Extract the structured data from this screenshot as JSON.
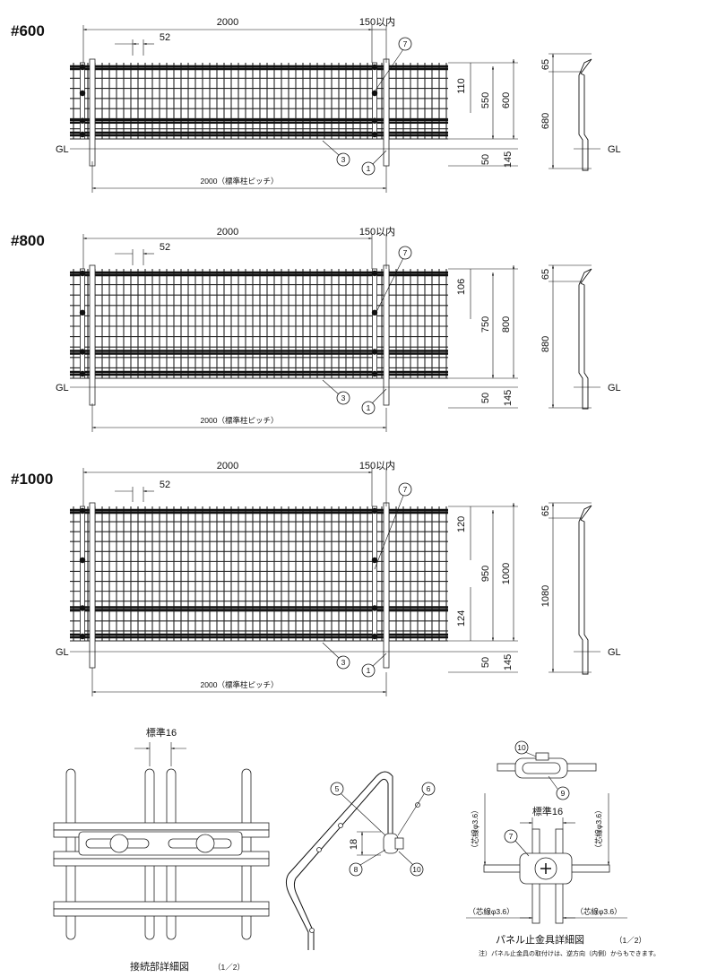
{
  "panels": [
    {
      "title": "#600",
      "dim_width": "2000",
      "dim_pitch": "52",
      "dim_overhang": "150以内",
      "dim_top_gap": "110",
      "dim_bottom_gap": "",
      "dim_mesh_height": "550",
      "dim_panel_height": "600",
      "dim_embed": "50",
      "dim_ground": "145",
      "dim_side_top": "65",
      "dim_side_height": "680",
      "gl_label": "GL",
      "post_pitch": "2000（標準柱ピッチ）",
      "callouts": [
        "7",
        "3",
        "1"
      ]
    },
    {
      "title": "#800",
      "dim_width": "2000",
      "dim_pitch": "52",
      "dim_overhang": "150以内",
      "dim_top_gap": "106",
      "dim_bottom_gap": "",
      "dim_mesh_height": "750",
      "dim_panel_height": "800",
      "dim_embed": "50",
      "dim_ground": "145",
      "dim_side_top": "65",
      "dim_side_height": "880",
      "gl_label": "GL",
      "post_pitch": "2000（標準柱ピッチ）",
      "callouts": [
        "7",
        "3",
        "1"
      ]
    },
    {
      "title": "#1000",
      "dim_width": "2000",
      "dim_pitch": "52",
      "dim_overhang": "150以内",
      "dim_top_gap": "120",
      "dim_bottom_gap": "124",
      "dim_mesh_height": "950",
      "dim_panel_height": "1000",
      "dim_embed": "50",
      "dim_ground": "145",
      "dim_side_top": "65",
      "dim_side_height": "1080",
      "gl_label": "GL",
      "post_pitch": "2000（標準柱ピッチ）",
      "callouts": [
        "7",
        "3",
        "1"
      ]
    }
  ],
  "joint_detail": {
    "dim_label": "標準16",
    "caption": "接続部詳細図",
    "scale": "（1／2）"
  },
  "post_detail": {
    "dim_label": "18",
    "callouts": [
      "5",
      "6",
      "8",
      "10"
    ]
  },
  "clip_detail": {
    "callouts": [
      "10",
      "9",
      "7"
    ],
    "dim_label": "標準16",
    "wire_left": "（芯線φ3.6）",
    "wire_right": "（芯線φ3.6）",
    "wire_bottom_left": "（芯線φ3.6）",
    "wire_bottom_right": "（芯線φ3.6）",
    "caption": "パネル止金具詳細図",
    "scale": "（1／2）",
    "note": "注）パネル止金具の取付けは、逆方向（内側）からもできます。"
  }
}
